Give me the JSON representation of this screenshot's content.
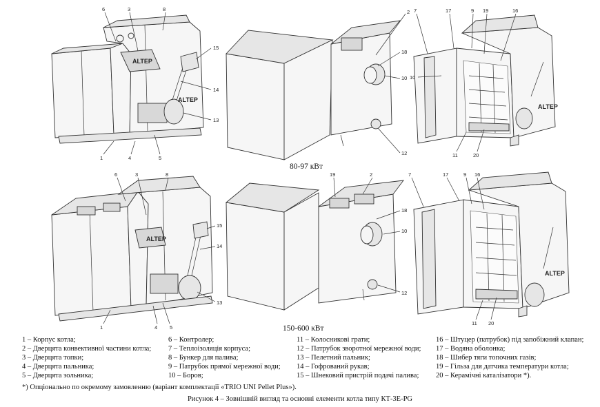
{
  "subtitles": {
    "top": "80-97 кВт",
    "bottom": "150-600 кВт"
  },
  "brand_label": "ALTEP",
  "callouts": {
    "tl": [
      "6",
      "3",
      "8",
      "15",
      "14",
      "13",
      "1",
      "4",
      "5"
    ],
    "tm": [
      "2",
      "18",
      "10",
      "12"
    ],
    "tr": [
      "7",
      "17",
      "9",
      "19",
      "16",
      "10",
      "11",
      "20"
    ],
    "bl": [
      "6",
      "3",
      "8",
      "15",
      "14",
      "13",
      "1",
      "4",
      "5"
    ],
    "bm": [
      "19",
      "2",
      "18",
      "10",
      "12"
    ],
    "br": [
      "7",
      "17",
      "9",
      "16",
      "11",
      "20"
    ]
  },
  "legend": {
    "col1": [
      "1 – Корпус котла;",
      "2 – Дверцята конвективної частини котла;",
      "3 – Дверцята топки;",
      "4 – Дверцята пальника;",
      "5 – Дверцята зольника;"
    ],
    "col2": [
      "6 – Контролер;",
      "7 – Теплоізоляція корпуса;",
      "8 – Бункер для палива;",
      "9 – Патрубок прямої мережної води;",
      "10 – Боров;"
    ],
    "col3": [
      "11 – Колосникові грати;",
      "12 – Патрубок зворотної мережної води;",
      "13 – Пелетний пальник;",
      "14 – Гофрований рукав;",
      "15 – Шнековий пристрій подачі палива;"
    ],
    "col4": [
      "16 – Штуцер (патрубок) під запобіжний клапан;",
      "17 – Водяна оболонка;",
      "18 – Шибер тяги топочних газів;",
      "19 – Гільза для датчика температури котла;",
      "20 – Керамічні каталізатори *)."
    ]
  },
  "note": "*) Опціонально по окремому замовленню (варіант комплектації «TRIO UNI Pellet Plus»).",
  "figure_title": "Рисунок 4 – Зовнішній вигляд та основні елементи котла типу КТ-3Е-PG"
}
